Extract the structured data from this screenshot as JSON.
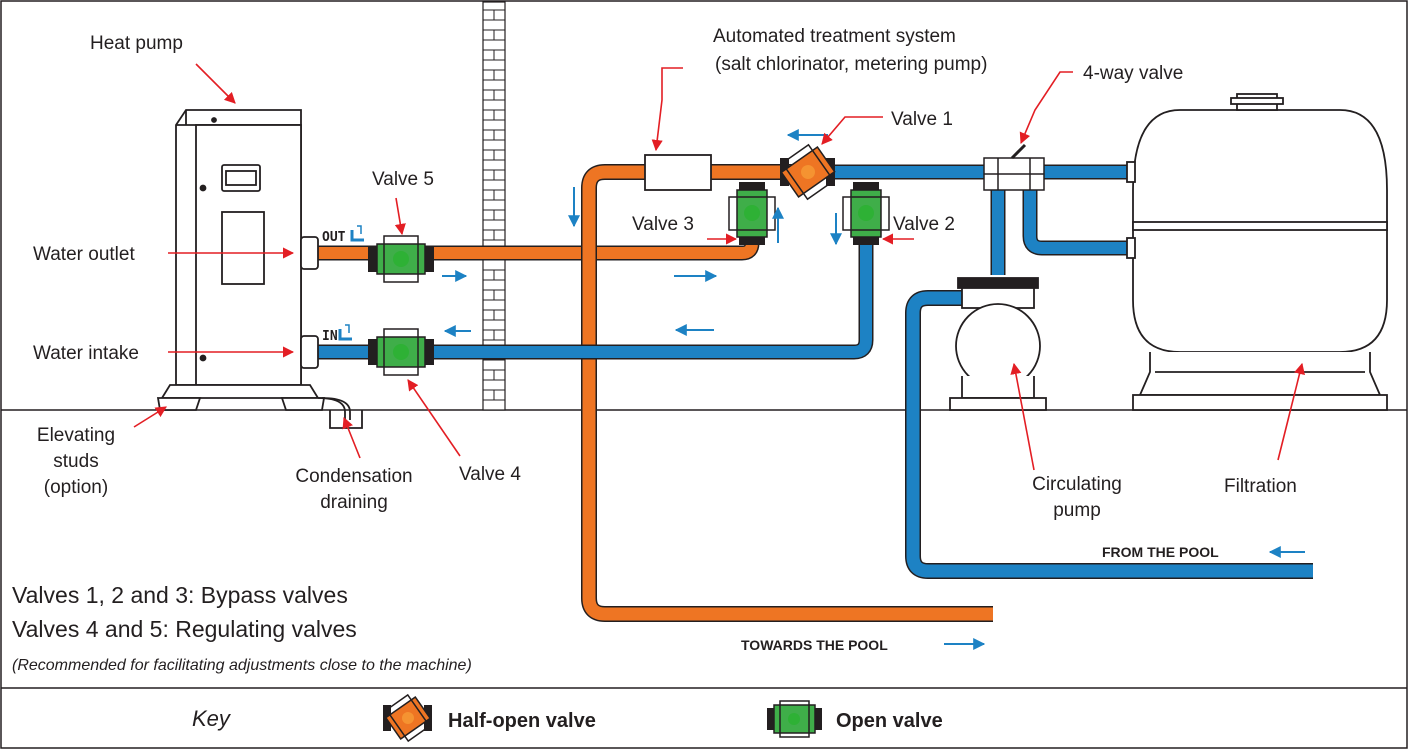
{
  "colors": {
    "hot_pipe": "#ee7523",
    "cold_pipe": "#1d82c4",
    "callout": "#e31e24",
    "valve_body": "#3fae49",
    "outline": "#231f20"
  },
  "labels": {
    "heat_pump": "Heat pump",
    "water_outlet": "Water outlet",
    "water_intake": "Water intake",
    "elevating_studs_1": "Elevating",
    "elevating_studs_2": "studs",
    "elevating_studs_3": "(option)",
    "condensation_1": "Condensation",
    "condensation_2": "draining",
    "valve_1": "Valve 1",
    "valve_2": "Valve 2",
    "valve_3": "Valve 3",
    "valve_4": "Valve 4",
    "valve_5": "Valve 5",
    "treatment_1": "Automated treatment system",
    "treatment_2": "(salt chlorinator, metering pump)",
    "four_way_valve": "4-way valve",
    "circulating_pump_1": "Circulating",
    "circulating_pump_2": "pump",
    "filtration": "Filtration",
    "from_the_pool": "FROM THE POOL",
    "towards_the_pool": "TOWARDS THE POOL",
    "port_out": "OUT",
    "port_in": "IN"
  },
  "notes": {
    "bypass": "Valves 1, 2 and 3: Bypass valves",
    "regulating": "Valves 4 and 5: Regulating valves",
    "recommendation": "(Recommended for facilitating adjustments close to the machine)"
  },
  "key": {
    "title": "Key",
    "half_open": "Half-open valve",
    "open": "Open valve"
  }
}
